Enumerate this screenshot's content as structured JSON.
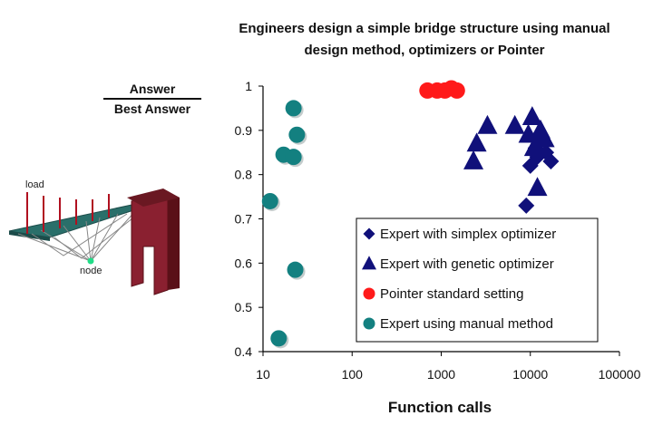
{
  "chart_data": {
    "type": "scatter",
    "title": "Engineers design a simple bridge structure using manual design method, optimizers or Pointer",
    "xlabel": "Function calls",
    "ylabel_numerator": "Answer",
    "ylabel_denominator": "Best Answer",
    "xscale": "log",
    "xlim": [
      10,
      100000
    ],
    "ylim": [
      0.4,
      1.0
    ],
    "x_ticks": [
      "10",
      "100",
      "1000",
      "10000",
      "100000"
    ],
    "y_ticks": [
      "0.4",
      "0.5",
      "0.6",
      "0.7",
      "0.8",
      "0.9",
      "1"
    ],
    "grid": false,
    "legend_position": "bottom-right",
    "series": [
      {
        "name": "Expert with simplex optimizer",
        "marker": "diamond",
        "color": "#10107a",
        "points": [
          {
            "x": 9000,
            "y": 0.73
          },
          {
            "x": 10000,
            "y": 0.82
          },
          {
            "x": 11500,
            "y": 0.86
          },
          {
            "x": 13000,
            "y": 0.88
          },
          {
            "x": 15000,
            "y": 0.85
          },
          {
            "x": 17000,
            "y": 0.83
          },
          {
            "x": 12000,
            "y": 0.84
          }
        ]
      },
      {
        "name": "Expert with genetic optimizer",
        "marker": "triangle",
        "color": "#10107a",
        "points": [
          {
            "x": 2300,
            "y": 0.83
          },
          {
            "x": 2500,
            "y": 0.87
          },
          {
            "x": 3300,
            "y": 0.91
          },
          {
            "x": 6700,
            "y": 0.91
          },
          {
            "x": 10500,
            "y": 0.93
          },
          {
            "x": 9500,
            "y": 0.89
          },
          {
            "x": 13000,
            "y": 0.9
          },
          {
            "x": 12000,
            "y": 0.77
          },
          {
            "x": 11000,
            "y": 0.86
          },
          {
            "x": 14500,
            "y": 0.88
          }
        ]
      },
      {
        "name": "Pointer standard setting",
        "marker": "circle",
        "color": "#ff1a1a",
        "points": [
          {
            "x": 700,
            "y": 0.99
          },
          {
            "x": 900,
            "y": 0.99
          },
          {
            "x": 1100,
            "y": 0.99
          },
          {
            "x": 1300,
            "y": 0.995
          },
          {
            "x": 1500,
            "y": 0.99
          }
        ]
      },
      {
        "name": "Expert using manual method",
        "marker": "circle",
        "color": "#138080",
        "points": [
          {
            "x": 22,
            "y": 0.95
          },
          {
            "x": 24,
            "y": 0.89
          },
          {
            "x": 17,
            "y": 0.845
          },
          {
            "x": 22,
            "y": 0.84
          },
          {
            "x": 12,
            "y": 0.74
          },
          {
            "x": 23,
            "y": 0.585
          },
          {
            "x": 15,
            "y": 0.43
          }
        ]
      }
    ]
  },
  "diagram_labels": {
    "load": "load",
    "node": "node"
  },
  "colors": {
    "background": "#ffffff",
    "axis": "#000000",
    "bridge_deck": "#2a6f6a",
    "bridge_tower": "#8a2030",
    "load_arrows": "#b01020"
  }
}
